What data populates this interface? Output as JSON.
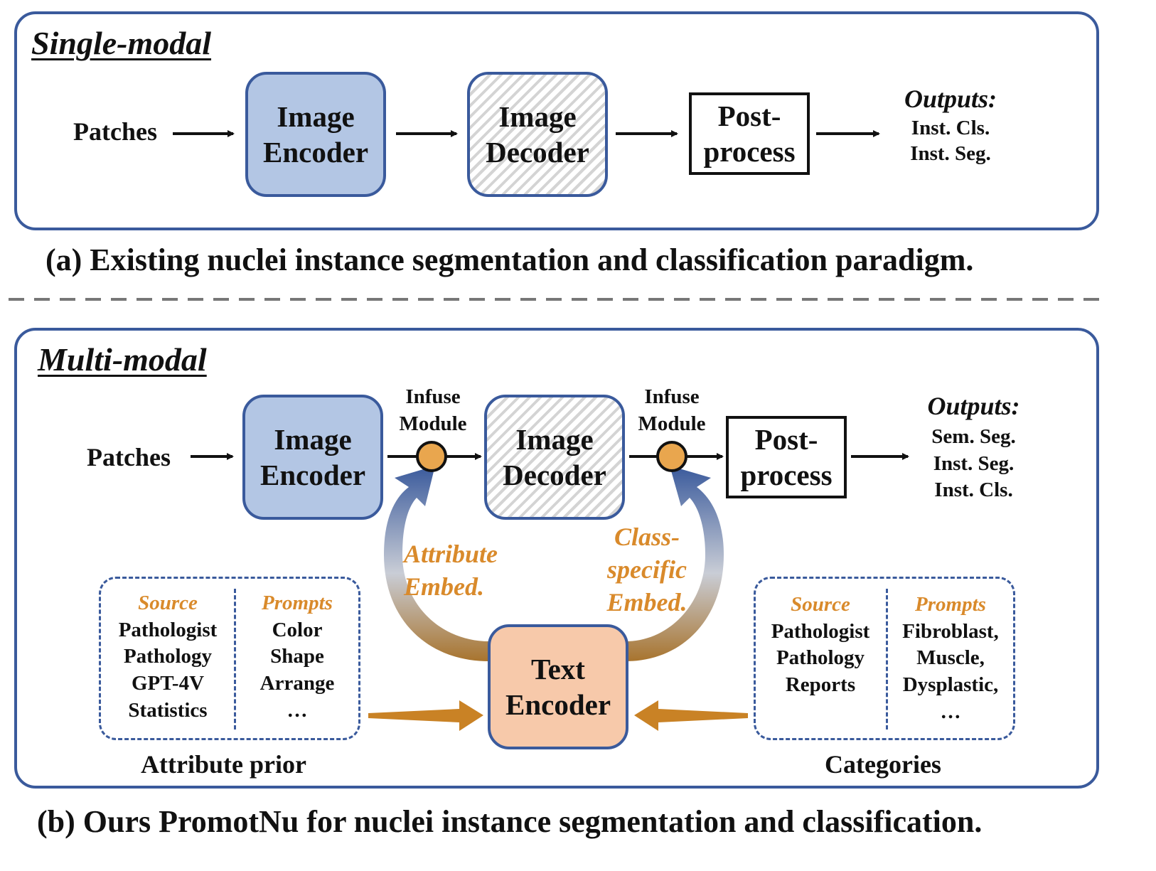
{
  "single": {
    "title": "Single-modal",
    "patches": "Patches",
    "encoder": "Image Encoder",
    "decoder": "Image Decoder",
    "post": "Post- process",
    "outputs_title": "Outputs:",
    "outputs": [
      "Inst. Cls.",
      "Inst. Seg."
    ],
    "caption": "(a) Existing nuclei instance segmentation and classification paradigm."
  },
  "multi": {
    "title": "Multi-modal",
    "patches": "Patches",
    "encoder": "Image Encoder",
    "decoder": "Image Decoder",
    "post": "Post- process",
    "infuse1": "Infuse Module",
    "infuse2": "Infuse Module",
    "outputs_title": "Outputs:",
    "outputs": [
      "Sem. Seg.",
      "Inst. Seg.",
      "Inst. Cls."
    ],
    "text_encoder": "Text Encoder",
    "attr_embed": "Attribute Embed.",
    "class_embed": "Class- specific Embed.",
    "attr_prior": {
      "source_title": "Source",
      "source_items": [
        "Pathologist",
        "Pathology",
        "GPT-4V",
        "Statistics"
      ],
      "prompts_title": "Prompts",
      "prompts_items": [
        "Color",
        "Shape",
        "Arrange",
        "…"
      ],
      "label": "Attribute prior"
    },
    "categories": {
      "source_title": "Source",
      "source_items": [
        "Pathologist",
        "Pathology",
        "Reports"
      ],
      "prompts_title": "Prompts",
      "prompts_items": [
        "Fibroblast,",
        "Muscle,",
        "Dysplastic,",
        "…"
      ],
      "label": "Categories"
    },
    "caption": "(b) Ours PromotNu for nuclei instance segmentation and classification."
  },
  "colors": {
    "border_blue": "#3a5a9c",
    "encoder_fill": "#b3c6e4",
    "text_encoder_fill": "#f7c9aa",
    "accent_orange": "#d98a2b"
  }
}
